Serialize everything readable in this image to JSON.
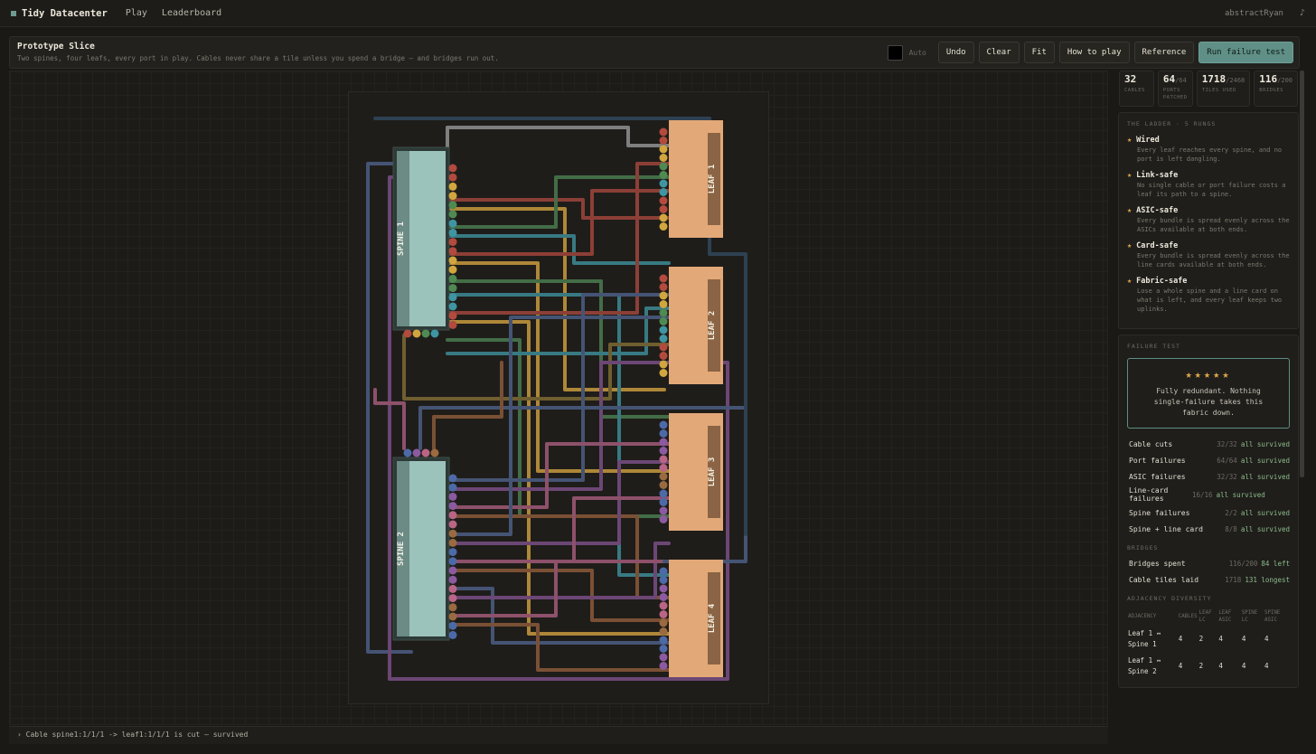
{
  "app": {
    "title": "Tidy Datacenter",
    "nav": [
      "Play",
      "Leaderboard"
    ],
    "user": "abstractRyan",
    "music_icon": "♪"
  },
  "level": {
    "title": "Prototype Slice",
    "description": "Two spines, four leafs, every port in play. Cables never share a tile unless you spend a bridge — and bridges run out."
  },
  "toolbar": {
    "color_swatch": "#000000",
    "auto_label": "Auto",
    "undo": "Undo",
    "clear": "Clear",
    "fit": "Fit",
    "how_to_play": "How to play",
    "reference": "Reference",
    "run": "Run failure test"
  },
  "stats": [
    {
      "value": "32",
      "max": "",
      "label": "CABLES"
    },
    {
      "value": "64",
      "max": "/64",
      "label": "PORTS PATCHED"
    },
    {
      "value": "1718",
      "max": "/2468",
      "label": "TILES USED"
    },
    {
      "value": "116",
      "max": "/200",
      "label": "BRIDGES"
    }
  ],
  "ladder": {
    "title": "THE LADDER · 5 RUNGS",
    "rungs": [
      {
        "name": "Wired",
        "desc": "Every leaf reaches every spine, and no port is left dangling."
      },
      {
        "name": "Link-safe",
        "desc": "No single cable or port failure costs a leaf its path to a spine."
      },
      {
        "name": "ASIC-safe",
        "desc": "Every bundle is spread evenly across the ASICs available at both ends."
      },
      {
        "name": "Card-safe",
        "desc": "Every bundle is spread evenly across the line cards available at both ends."
      },
      {
        "name": "Fabric-safe",
        "desc": "Lose a whole spine and a line card on what is left, and every leaf keeps two uplinks."
      }
    ]
  },
  "failure": {
    "title": "FAILURE TEST",
    "stars": "★★★★★",
    "verdict": "Fully redundant. Nothing single-failure takes this fabric down.",
    "rows": [
      {
        "k": "Cable cuts",
        "v": "32/32",
        "s": "all survived"
      },
      {
        "k": "Port failures",
        "v": "64/64",
        "s": "all survived"
      },
      {
        "k": "ASIC failures",
        "v": "32/32",
        "s": "all survived"
      },
      {
        "k": "Line-card failures",
        "v": "16/16",
        "s": "all survived"
      },
      {
        "k": "Spine failures",
        "v": "2/2",
        "s": "all survived"
      },
      {
        "k": "Spine + line card",
        "v": "8/8",
        "s": "all survived"
      }
    ],
    "bridges_title": "BRIDGES",
    "bridges": [
      {
        "k": "Bridges spent",
        "v": "116/200",
        "s": "84 left"
      },
      {
        "k": "Cable tiles laid",
        "v": "1718",
        "s": "131 longest"
      }
    ],
    "adj_title": "ADJACENCY DIVERSITY",
    "adj_headers": [
      "ADJACENCY",
      "CABLES",
      "LEAF LC",
      "LEAF ASIC",
      "SPINE LC",
      "SPINE ASIC"
    ],
    "adj_rows": [
      {
        "name": "Leaf 1 ↔ Spine 1",
        "cells": [
          "4",
          "2",
          "4",
          "4",
          "4"
        ]
      },
      {
        "name": "Leaf 1 ↔ Spine 2",
        "cells": [
          "4",
          "2",
          "4",
          "4",
          "4"
        ]
      }
    ]
  },
  "devices": {
    "spine1": "SPINE 1",
    "spine2": "SPINE 2",
    "leaf1": "LEAF 1",
    "leaf2": "LEAF 2",
    "leaf3": "LEAF 3",
    "leaf4": "LEAF 4"
  },
  "status": "› Cable spine1:1/1/1 -> leaf1:1/1/1 is cut — survived",
  "colors": {
    "accent": "#5f8f86",
    "star": "#e0a94a",
    "ok": "#8dbc8a",
    "spine": "#9cc3bb",
    "leaf": "#e3a878"
  }
}
